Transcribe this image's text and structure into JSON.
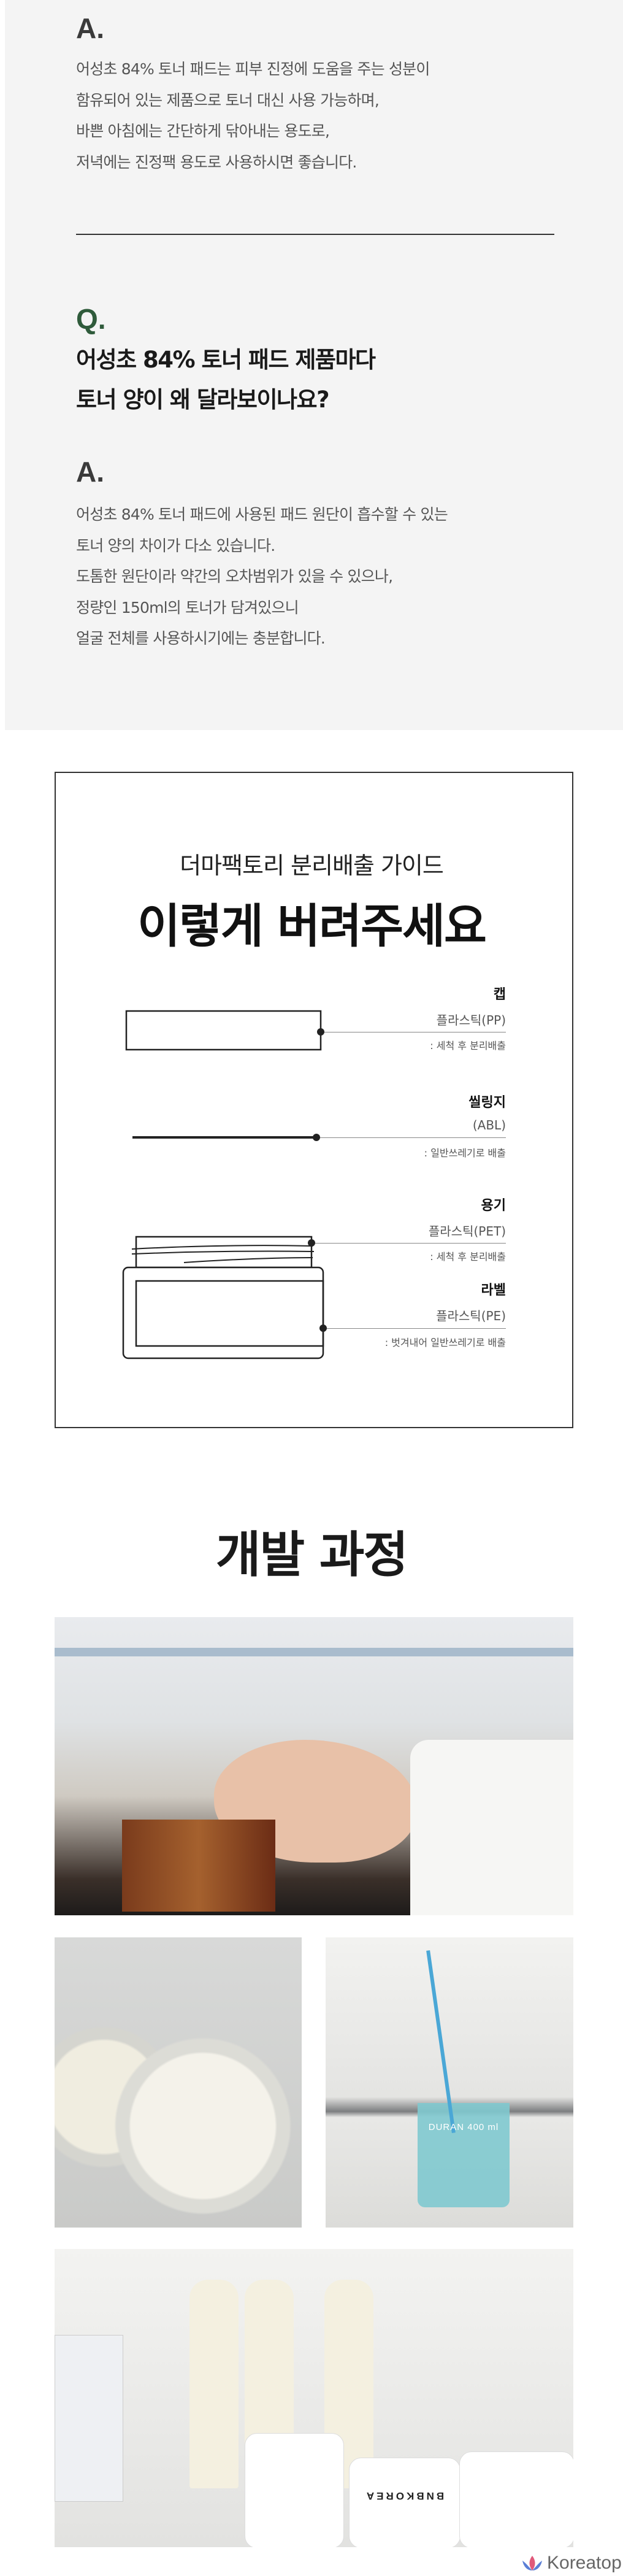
{
  "faq": {
    "items": [
      {
        "answer_mark": "A.",
        "answer_lines": [
          "어성초 84% 토너 패드는 피부 진정에 도움을 주는 성분이",
          "함유되어 있는 제품으로 토너 대신 사용 가능하며,",
          "바쁜 아침에는 간단하게 닦아내는 용도로,",
          "저녁에는 진정팩 용도로 사용하시면 좋습니다."
        ]
      },
      {
        "question_mark": "Q.",
        "question_lines": [
          "어성초 84% 토너 패드 제품마다",
          "토너 양이 왜 달라보이나요?"
        ],
        "answer_mark": "A.",
        "answer_lines": [
          "어성초 84% 토너 패드에 사용된 패드 원단이 흡수할 수 있는",
          "토너 양의 차이가 다소 있습니다.",
          "도톰한 원단이라 약간의 오차범위가 있을 수 있으나,",
          "정량인 150ml의 토너가 담겨있으니",
          "얼굴 전체를 사용하시기에는 충분합니다."
        ]
      }
    ],
    "colors": {
      "question_mark": "#2f5b3b",
      "background": "#f4f4f4"
    }
  },
  "guide": {
    "subtitle": "더마팩토리 분리배출 가이드",
    "title": "이렇게 버려주세요",
    "parts": [
      {
        "name": "캡",
        "material": "플라스틱(PP)",
        "method": ": 세척 후 분리배출"
      },
      {
        "name": "씰링지",
        "material": "(ABL)",
        "method": ": 일반쓰레기로 배출"
      },
      {
        "name": "용기",
        "material": "플라스틱(PET)",
        "method": ": 세척 후 분리배출"
      },
      {
        "name": "라벨",
        "material": "플라스틱(PE)",
        "method": ": 벗겨내어 일반쓰레기로 배출"
      }
    ]
  },
  "development": {
    "title": "개발 과정",
    "photos": [
      {
        "subject": "lab-hand-testing-cream"
      },
      {
        "subject": "cream-sample-jars"
      },
      {
        "subject": "beaker-blue-liquid",
        "beaker_text": "DURAN 400 ml"
      },
      {
        "subject": "sample-bottles",
        "brand_text": "BNBKOREA"
      }
    ]
  },
  "watermark": {
    "text": "Koreatop"
  }
}
